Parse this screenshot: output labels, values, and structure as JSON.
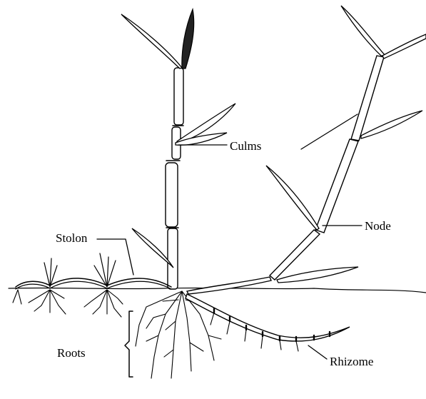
{
  "labels": {
    "culms": "Culms",
    "node": "Node",
    "stolon": "Stolon",
    "roots": "Roots",
    "rhizome": "Rhizome"
  },
  "colors": {
    "ink": "#000000",
    "background": "#ffffff"
  }
}
